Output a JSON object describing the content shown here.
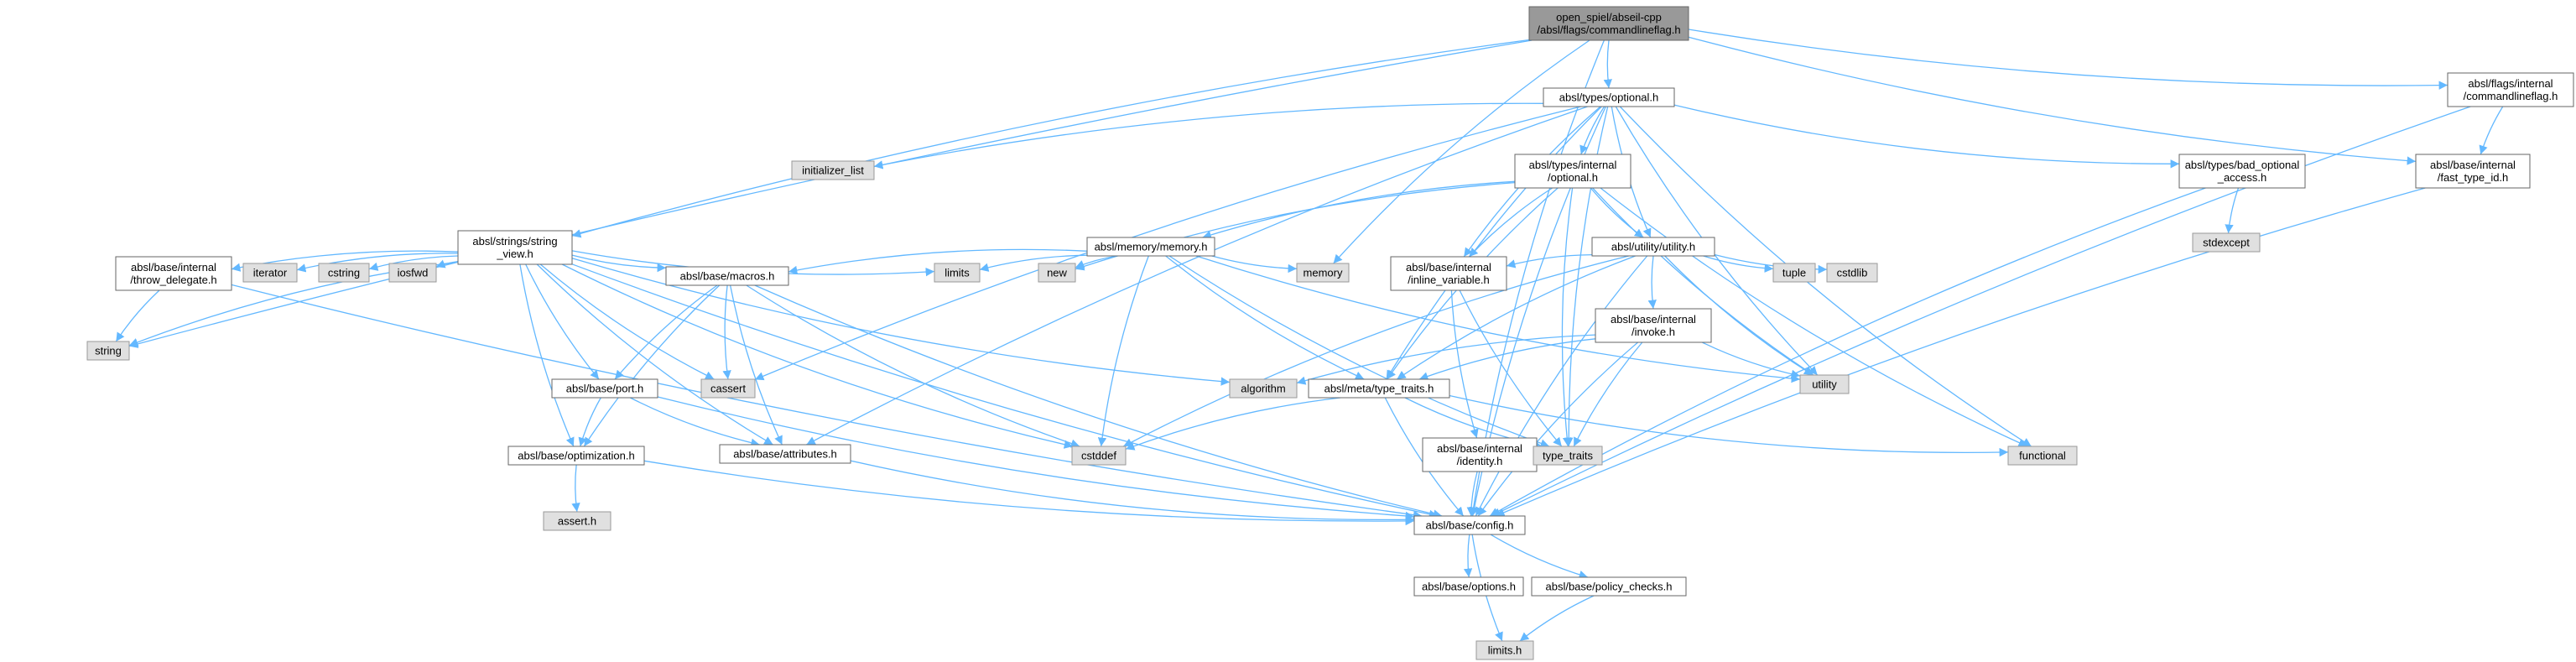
{
  "colors": {
    "edge": "#63b8ff",
    "node_fill": "#ffffff",
    "node_stroke": "#666666",
    "sys_fill": "#e0e0e0",
    "sys_stroke": "#999999",
    "root_fill": "#999999",
    "root_stroke": "#666666"
  },
  "nodes": [
    {
      "id": "root",
      "lines": [
        "open_spiel/abseil-cpp",
        "/absl/flags/commandlineflag.h"
      ],
      "kind": "root"
    },
    {
      "id": "optional",
      "lines": [
        "absl/types/optional.h"
      ],
      "kind": "file"
    },
    {
      "id": "flags_internal",
      "lines": [
        "absl/flags/internal",
        "/commandlineflag.h"
      ],
      "kind": "file"
    },
    {
      "id": "initializer_list",
      "lines": [
        "initializer_list"
      ],
      "kind": "sys"
    },
    {
      "id": "types_internal_optional",
      "lines": [
        "absl/types/internal",
        "/optional.h"
      ],
      "kind": "file"
    },
    {
      "id": "bad_optional_access",
      "lines": [
        "absl/types/bad_optional",
        "_access.h"
      ],
      "kind": "file"
    },
    {
      "id": "fast_type_id",
      "lines": [
        "absl/base/internal",
        "/fast_type_id.h"
      ],
      "kind": "file"
    },
    {
      "id": "stdexcept",
      "lines": [
        "stdexcept"
      ],
      "kind": "sys"
    },
    {
      "id": "memory_h",
      "lines": [
        "absl/memory/memory.h"
      ],
      "kind": "file"
    },
    {
      "id": "string_view",
      "lines": [
        "absl/strings/string",
        "_view.h"
      ],
      "kind": "file"
    },
    {
      "id": "utility_h",
      "lines": [
        "absl/utility/utility.h"
      ],
      "kind": "file"
    },
    {
      "id": "throw_delegate",
      "lines": [
        "absl/base/internal",
        "/throw_delegate.h"
      ],
      "kind": "file"
    },
    {
      "id": "iterator",
      "lines": [
        "iterator"
      ],
      "kind": "sys"
    },
    {
      "id": "cstring",
      "lines": [
        "cstring"
      ],
      "kind": "sys"
    },
    {
      "id": "iosfwd",
      "lines": [
        "iosfwd"
      ],
      "kind": "sys"
    },
    {
      "id": "macros",
      "lines": [
        "absl/base/macros.h"
      ],
      "kind": "file"
    },
    {
      "id": "limits",
      "lines": [
        "limits"
      ],
      "kind": "sys"
    },
    {
      "id": "new",
      "lines": [
        "new"
      ],
      "kind": "sys"
    },
    {
      "id": "memory",
      "lines": [
        "memory"
      ],
      "kind": "sys"
    },
    {
      "id": "inline_variable",
      "lines": [
        "absl/base/internal",
        "/inline_variable.h"
      ],
      "kind": "file"
    },
    {
      "id": "tuple",
      "lines": [
        "tuple"
      ],
      "kind": "sys"
    },
    {
      "id": "cstdlib",
      "lines": [
        "cstdlib"
      ],
      "kind": "sys"
    },
    {
      "id": "invoke",
      "lines": [
        "absl/base/internal",
        "/invoke.h"
      ],
      "kind": "file"
    },
    {
      "id": "string",
      "lines": [
        "string"
      ],
      "kind": "sys"
    },
    {
      "id": "cassert",
      "lines": [
        "cassert"
      ],
      "kind": "sys"
    },
    {
      "id": "port",
      "lines": [
        "absl/base/port.h"
      ],
      "kind": "file"
    },
    {
      "id": "algorithm",
      "lines": [
        "algorithm"
      ],
      "kind": "sys"
    },
    {
      "id": "type_traits_h",
      "lines": [
        "absl/meta/type_traits.h"
      ],
      "kind": "file"
    },
    {
      "id": "utility",
      "lines": [
        "utility"
      ],
      "kind": "sys"
    },
    {
      "id": "optimization",
      "lines": [
        "absl/base/optimization.h"
      ],
      "kind": "file"
    },
    {
      "id": "attributes",
      "lines": [
        "absl/base/attributes.h"
      ],
      "kind": "file"
    },
    {
      "id": "cstddef",
      "lines": [
        "cstddef"
      ],
      "kind": "sys"
    },
    {
      "id": "identity",
      "lines": [
        "absl/base/internal",
        "/identity.h"
      ],
      "kind": "file"
    },
    {
      "id": "type_traits",
      "lines": [
        "type_traits"
      ],
      "kind": "sys"
    },
    {
      "id": "functional",
      "lines": [
        "functional"
      ],
      "kind": "sys"
    },
    {
      "id": "assert_h",
      "lines": [
        "assert.h"
      ],
      "kind": "sys"
    },
    {
      "id": "config",
      "lines": [
        "absl/base/config.h"
      ],
      "kind": "file"
    },
    {
      "id": "options",
      "lines": [
        "absl/base/options.h"
      ],
      "kind": "file"
    },
    {
      "id": "policy_checks",
      "lines": [
        "absl/base/policy_checks.h"
      ],
      "kind": "file"
    },
    {
      "id": "limits_h",
      "lines": [
        "limits.h"
      ],
      "kind": "sys"
    }
  ],
  "edges": [
    [
      "root",
      "optional"
    ],
    [
      "root",
      "flags_internal"
    ],
    [
      "root",
      "fast_type_id"
    ],
    [
      "root",
      "string_view"
    ],
    [
      "root",
      "memory"
    ],
    [
      "root",
      "string"
    ],
    [
      "root",
      "config"
    ],
    [
      "flags_internal",
      "fast_type_id"
    ],
    [
      "flags_internal",
      "config"
    ],
    [
      "fast_type_id",
      "config"
    ],
    [
      "optional",
      "initializer_list"
    ],
    [
      "optional",
      "types_internal_optional"
    ],
    [
      "optional",
      "bad_optional_access"
    ],
    [
      "optional",
      "utility_h"
    ],
    [
      "optional",
      "inline_variable"
    ],
    [
      "optional",
      "type_traits_h"
    ],
    [
      "optional",
      "attributes"
    ],
    [
      "optional",
      "cassert"
    ],
    [
      "optional",
      "type_traits"
    ],
    [
      "optional",
      "functional"
    ],
    [
      "optional",
      "utility"
    ],
    [
      "optional",
      "config"
    ],
    [
      "bad_optional_access",
      "stdexcept"
    ],
    [
      "bad_optional_access",
      "config"
    ],
    [
      "types_internal_optional",
      "memory_h"
    ],
    [
      "types_internal_optional",
      "new"
    ],
    [
      "types_internal_optional",
      "utility_h"
    ],
    [
      "types_internal_optional",
      "inline_variable"
    ],
    [
      "types_internal_optional",
      "type_traits_h"
    ],
    [
      "types_internal_optional",
      "type_traits"
    ],
    [
      "types_internal_optional",
      "functional"
    ],
    [
      "types_internal_optional",
      "utility"
    ],
    [
      "memory_h",
      "macros"
    ],
    [
      "memory_h",
      "limits"
    ],
    [
      "memory_h",
      "new"
    ],
    [
      "memory_h",
      "memory"
    ],
    [
      "memory_h",
      "cstddef"
    ],
    [
      "memory_h",
      "type_traits_h"
    ],
    [
      "memory_h",
      "type_traits"
    ],
    [
      "memory_h",
      "utility"
    ],
    [
      "utility_h",
      "inline_variable"
    ],
    [
      "utility_h",
      "invoke"
    ],
    [
      "utility_h",
      "tuple"
    ],
    [
      "utility_h",
      "cstdlib"
    ],
    [
      "utility_h",
      "utility"
    ],
    [
      "utility_h",
      "cstddef"
    ],
    [
      "utility_h",
      "type_traits_h"
    ],
    [
      "utility_h",
      "config"
    ],
    [
      "inline_variable",
      "identity"
    ],
    [
      "inline_variable",
      "type_traits"
    ],
    [
      "invoke",
      "algorithm"
    ],
    [
      "invoke",
      "type_traits_h"
    ],
    [
      "invoke",
      "utility"
    ],
    [
      "invoke",
      "type_traits"
    ],
    [
      "invoke",
      "config"
    ],
    [
      "string_view",
      "throw_delegate"
    ],
    [
      "string_view",
      "iterator"
    ],
    [
      "string_view",
      "cstring"
    ],
    [
      "string_view",
      "iosfwd"
    ],
    [
      "string_view",
      "string"
    ],
    [
      "string_view",
      "macros"
    ],
    [
      "string_view",
      "limits"
    ],
    [
      "string_view",
      "port"
    ],
    [
      "string_view",
      "cassert"
    ],
    [
      "string_view",
      "attributes"
    ],
    [
      "string_view",
      "optimization"
    ],
    [
      "string_view",
      "algorithm"
    ],
    [
      "string_view",
      "cstddef"
    ],
    [
      "string_view",
      "config"
    ],
    [
      "throw_delegate",
      "string"
    ],
    [
      "throw_delegate",
      "config"
    ],
    [
      "macros",
      "cassert"
    ],
    [
      "macros",
      "port"
    ],
    [
      "macros",
      "optimization"
    ],
    [
      "macros",
      "attributes"
    ],
    [
      "macros",
      "cstddef"
    ],
    [
      "macros",
      "config"
    ],
    [
      "port",
      "optimization"
    ],
    [
      "port",
      "attributes"
    ],
    [
      "port",
      "config"
    ],
    [
      "optimization",
      "assert_h"
    ],
    [
      "optimization",
      "config"
    ],
    [
      "attributes",
      "config"
    ],
    [
      "type_traits_h",
      "cstddef"
    ],
    [
      "type_traits_h",
      "type_traits"
    ],
    [
      "type_traits_h",
      "functional"
    ],
    [
      "type_traits_h",
      "config"
    ],
    [
      "identity",
      "config"
    ],
    [
      "config",
      "options"
    ],
    [
      "config",
      "policy_checks"
    ],
    [
      "config",
      "limits_h"
    ],
    [
      "policy_checks",
      "limits_h"
    ]
  ]
}
